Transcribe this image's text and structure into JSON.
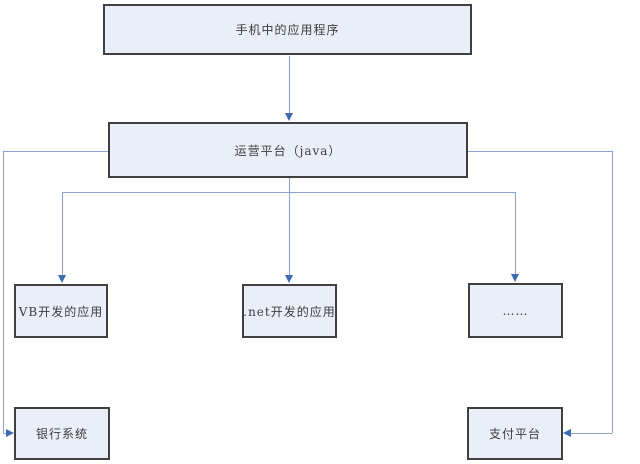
{
  "diagram": {
    "type": "flowchart",
    "language": "zh-CN",
    "nodes": {
      "mobile_app": {
        "label": "手机中的应用程序"
      },
      "platform": {
        "label": "运营平台（java）"
      },
      "vb_app": {
        "label": "VB开发的应用"
      },
      "net_app": {
        "label": ".net开发的应用"
      },
      "ellipsis": {
        "label": "……"
      },
      "bank_system": {
        "label": "银行系统"
      },
      "payment_platform": {
        "label": "支付平台"
      }
    },
    "edges": [
      {
        "from": "mobile_app",
        "to": "platform",
        "style": "arrow-down"
      },
      {
        "from": "platform",
        "to": "vb_app",
        "style": "arrow-down"
      },
      {
        "from": "platform",
        "to": "net_app",
        "style": "arrow-down"
      },
      {
        "from": "platform",
        "to": "ellipsis",
        "style": "arrow-down"
      },
      {
        "from": "platform",
        "to": "bank_system",
        "style": "arrow-right-into-left-edge"
      },
      {
        "from": "platform",
        "to": "payment_platform",
        "style": "arrow-left-into-right-edge"
      }
    ],
    "colors": {
      "node_fill": "#e9eef8",
      "node_border": "#404040",
      "connector_line": "#88a1d0",
      "arrowhead": "#3c69b2",
      "text": "#3d3d3d",
      "background": "#ffffff"
    }
  }
}
